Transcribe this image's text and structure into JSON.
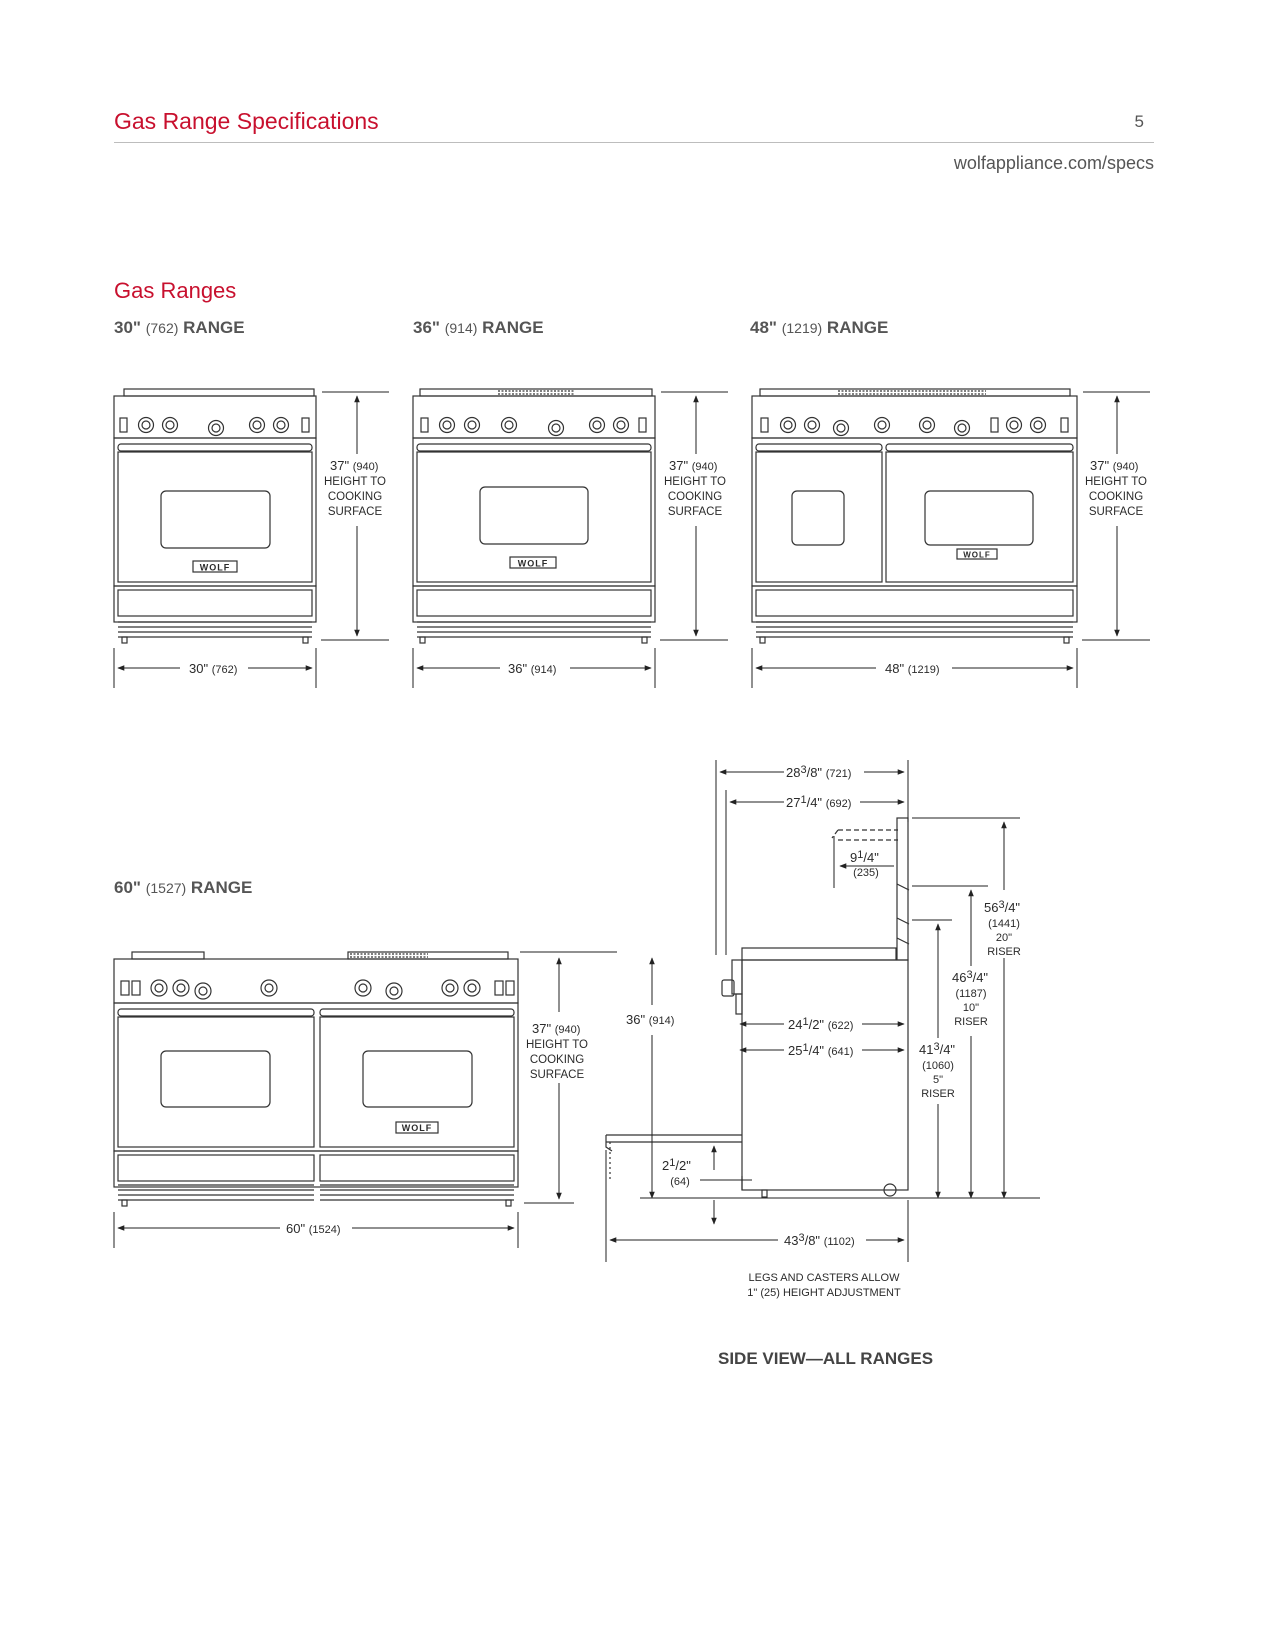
{
  "header": {
    "title": "Gas Range Specifications",
    "page_number": "5",
    "url": "wolfappliance.com/specs"
  },
  "section_title": "Gas Ranges",
  "brand": "WOLF",
  "ranges": {
    "r30": {
      "title_in": "30\"",
      "title_mm": "(762)",
      "title_word": "RANGE",
      "width_in": "30\"",
      "width_mm": "(762)",
      "height_in": "37\"",
      "height_mm": "(940)",
      "height_l1": "HEIGHT TO",
      "height_l2": "COOKING",
      "height_l3": "SURFACE"
    },
    "r36": {
      "title_in": "36\"",
      "title_mm": "(914)",
      "title_word": "RANGE",
      "width_in": "36\"",
      "width_mm": "(914)",
      "height_in": "37\"",
      "height_mm": "(940)",
      "height_l1": "HEIGHT TO",
      "height_l2": "COOKING",
      "height_l3": "SURFACE"
    },
    "r48": {
      "title_in": "48\"",
      "title_mm": "(1219)",
      "title_word": "RANGE",
      "width_in": "48\"",
      "width_mm": "(1219)",
      "height_in": "37\"",
      "height_mm": "(940)",
      "height_l1": "HEIGHT TO",
      "height_l2": "COOKING",
      "height_l3": "SURFACE"
    },
    "r60": {
      "title_in": "60\"",
      "title_mm": "(1527)",
      "title_word": "RANGE",
      "width_in": "60\"",
      "width_mm": "(1524)",
      "height_in": "37\"",
      "height_mm": "(940)",
      "height_l1": "HEIGHT TO",
      "height_l2": "COOKING",
      "height_l3": "SURFACE"
    }
  },
  "side_view": {
    "d_overall": {
      "whole": "28",
      "num": "3",
      "den": "/8\"",
      "mm": "(721)"
    },
    "d_body": {
      "whole": "27",
      "num": "1",
      "den": "/4\"",
      "mm": "(692)"
    },
    "d_riser_depth": {
      "whole": "9",
      "num": "1",
      "den": "/4\"",
      "mm": "(235)"
    },
    "h_20": {
      "whole": "56",
      "num": "3",
      "den": "/4\"",
      "mm": "(1441)",
      "l1": "20\"",
      "l2": "RISER"
    },
    "h_10": {
      "whole": "46",
      "num": "3",
      "den": "/4\"",
      "mm": "(1187)",
      "l1": "10\"",
      "l2": "RISER"
    },
    "h_5": {
      "whole": "41",
      "num": "3",
      "den": "/4\"",
      "mm": "(1060)",
      "l1": "5\"",
      "l2": "RISER"
    },
    "h_counter": {
      "inch": "36\"",
      "mm": "(914)"
    },
    "d_24": {
      "whole": "24",
      "num": "1",
      "den": "/2\"",
      "mm": "(622)"
    },
    "d_25": {
      "whole": "25",
      "num": "1",
      "den": "/4\"",
      "mm": "(641)"
    },
    "d_door": {
      "whole": "2",
      "num": "1",
      "den": "/2\"",
      "mm": "(64)"
    },
    "d_open": {
      "whole": "43",
      "num": "3",
      "den": "/8\"",
      "mm": "(1102)"
    },
    "note_l1": "LEGS AND CASTERS ALLOW",
    "note_l2": "1\" (25) HEIGHT ADJUSTMENT",
    "caption": "SIDE VIEW—ALL RANGES"
  }
}
